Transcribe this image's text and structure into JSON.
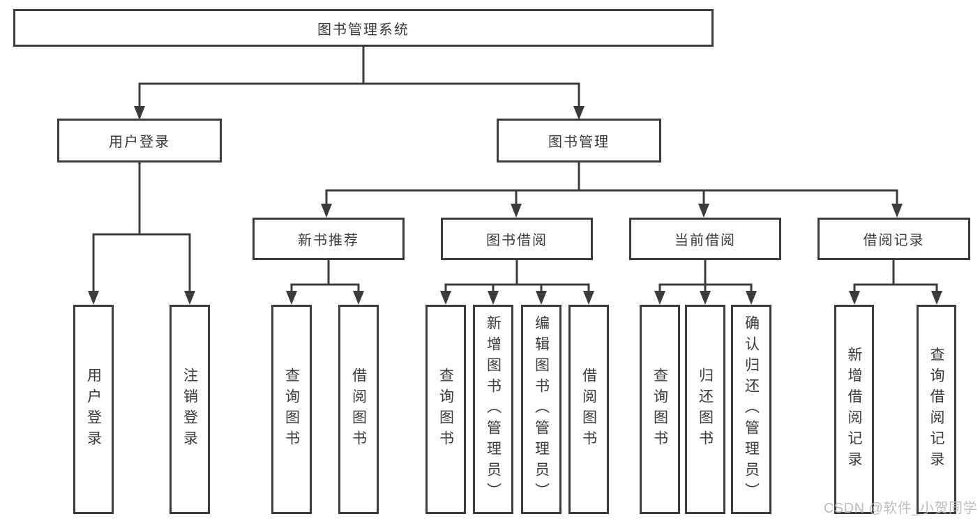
{
  "nodes": {
    "root": {
      "label": "图书管理系统"
    },
    "login": {
      "label": "用户登录"
    },
    "mgmt": {
      "label": "图书管理"
    },
    "newbook": {
      "label": "新书推荐"
    },
    "borrow": {
      "label": "图书借阅"
    },
    "current": {
      "label": "当前借阅"
    },
    "record": {
      "label": "借阅记录"
    },
    "login_user": {
      "label": "用户登录"
    },
    "login_logout": {
      "label": "注销登录"
    },
    "newbook_query": {
      "label": "查询图书"
    },
    "newbook_borrow": {
      "label": "借阅图书"
    },
    "borrow_query": {
      "label": "查询图书"
    },
    "borrow_add": {
      "label": "新增图书（管理员）"
    },
    "borrow_edit": {
      "label": "编辑图书（管理员）"
    },
    "borrow_lend": {
      "label": "借阅图书"
    },
    "current_query": {
      "label": "查询图书"
    },
    "current_return": {
      "label": "归还图书"
    },
    "current_confirm": {
      "label": "确认归还（管理员）"
    },
    "record_add": {
      "label": "新增借阅记录"
    },
    "record_query": {
      "label": "查询借阅记录"
    }
  },
  "watermark": {
    "text": "CSDN @软件_小贺同学"
  },
  "colors": {
    "background": "#ffffff",
    "line": "#3b3b3b",
    "box_border": "#3b3b3b",
    "box_bg": "#ffffff",
    "text": "#3a3a3a",
    "watermark": "#b9b9b9"
  }
}
